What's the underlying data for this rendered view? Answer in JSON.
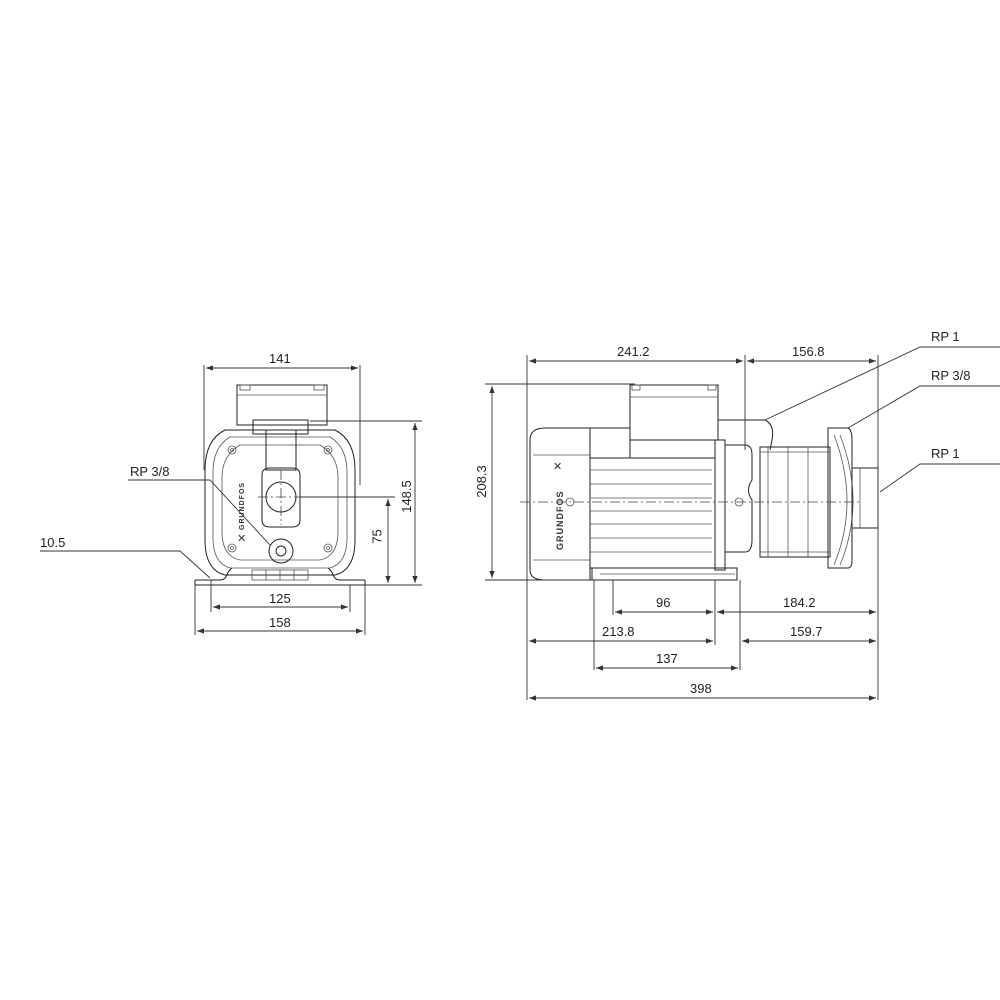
{
  "drawing": {
    "brand_mark": "GRUNDFOS",
    "front_view": {
      "dimensions": {
        "top_width": "141",
        "height_total": "148.5",
        "height_to_axis": "75",
        "foot_hole_spacing": "125",
        "foot_width": "158",
        "foot_hole_dia": "10.5"
      },
      "callouts": {
        "drain_port": "RP 3/8"
      }
    },
    "side_view": {
      "dimensions": {
        "motor_length": "241.2",
        "pump_length": "156.8",
        "height_total": "208.3",
        "foot_hole_span": "96",
        "foot_to_end": "184.2",
        "base_to_foot": "213.8",
        "foot_end_to_end": "159.7",
        "foot_length": "137",
        "overall_length": "398"
      },
      "callouts": {
        "outlet_port": "RP 1",
        "priming_port": "RP 3/8",
        "inlet_port": "RP 1"
      }
    }
  }
}
